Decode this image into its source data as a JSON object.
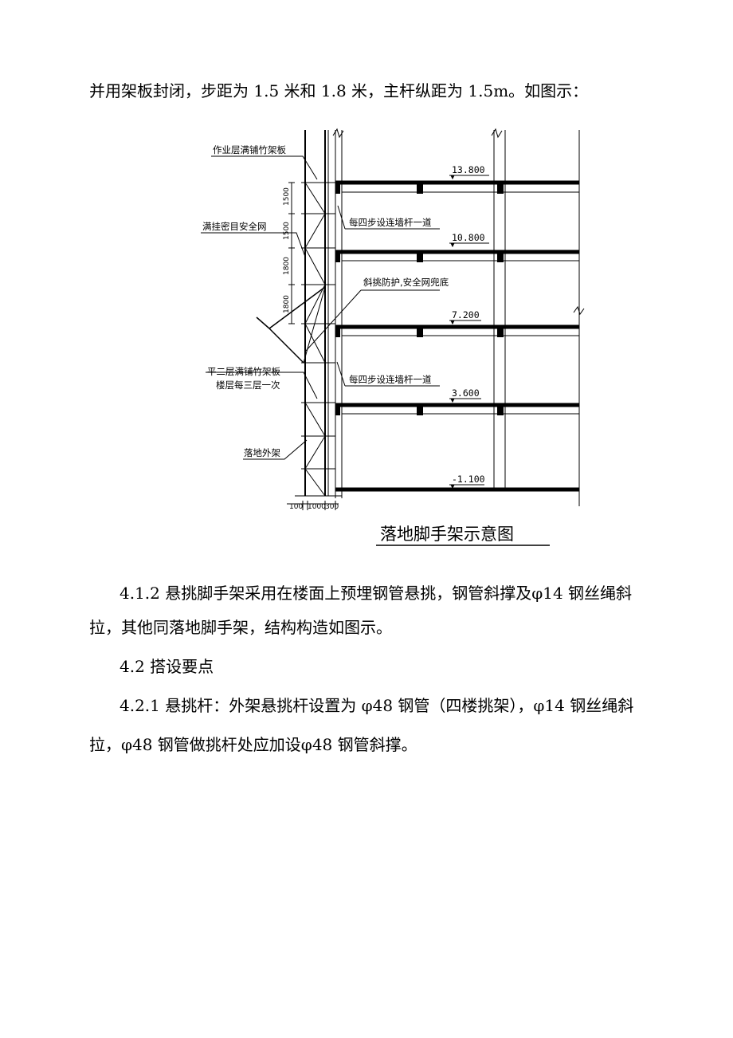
{
  "paragraphs": {
    "intro": "并用架板封闭，步距为 1.5 米和 1.8 米，主杆纵距为 1.5m。如图示：",
    "s412_line1": "4.1.2  悬挑脚手架采用在楼面上预埋钢管悬挑，钢管斜撑及φ14 钢丝绳斜",
    "s412_line2": "拉，其他同落地脚手架，结构构造如图示。",
    "s42": "4.2 搭设要点",
    "s421_line1": "4.2.1 悬挑杆：外架悬挑杆设置为  φ48 钢管（四楼挑架），φ14 钢丝绳斜",
    "s421_line2": "拉，φ48 钢管做挑杆处应加设φ48 钢管斜撑。"
  },
  "figure": {
    "caption": "落地脚手架示意图",
    "labels": {
      "work_layer": "作业层满铺竹架板",
      "safety_net": "满挂密目安全网",
      "tie_rod_upper": "每四步设连墙杆一道",
      "cantilever_guard": "斜挑防护,安全网兜底",
      "flat_floor_line1": "平二层满铺竹架板",
      "flat_floor_line2": "楼层每三层一次",
      "tie_rod_lower": "每四步设连墙杆一道",
      "ground_frame": "落地外架"
    },
    "elevations": [
      "13.800",
      "10.800",
      "7.200",
      "3.600",
      "-1.100"
    ],
    "vertical_dims": [
      "1500",
      "1500",
      "1800",
      "1800"
    ],
    "horizontal_dims": [
      "100",
      "1000",
      "300"
    ]
  }
}
